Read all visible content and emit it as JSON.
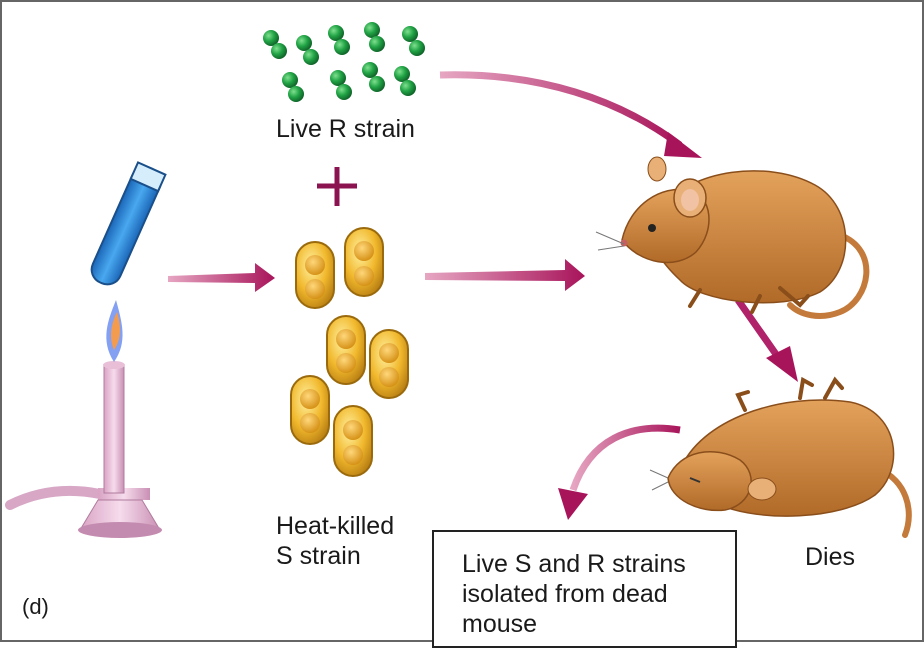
{
  "labels": {
    "live_r": "Live R strain",
    "heat_killed": "Heat-killed\nS strain",
    "dies": "Dies",
    "result": "Live S and R strains\nisolated from dead\nmouse",
    "panel": "(d)"
  },
  "icons": [
    "bunsen-burner-icon",
    "test-tube-icon",
    "bacteria-icon",
    "mouse-icon",
    "dead-mouse-icon",
    "arrow-icon",
    "plus-icon"
  ],
  "colors": {
    "arrow": "#a8145a",
    "plus": "#8b1450",
    "r_strain": "#1f9a3c",
    "s_strain": "#e0a61c",
    "mouse": "#c97a33",
    "tube_liquid": "#2a86d4"
  }
}
